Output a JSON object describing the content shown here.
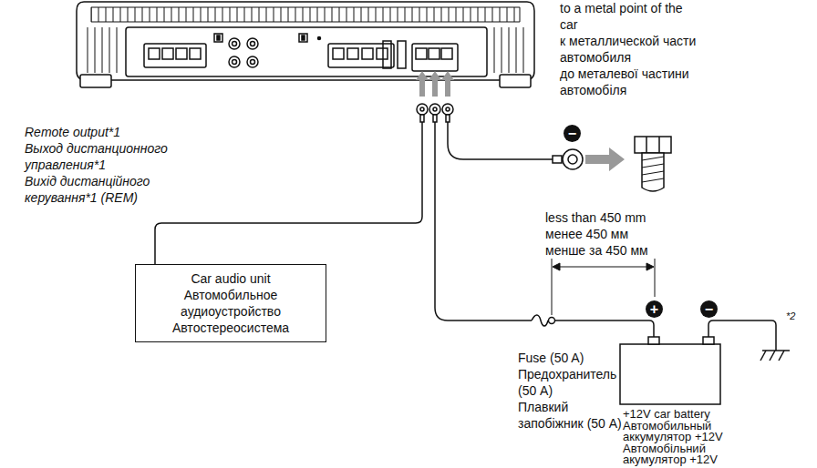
{
  "diagram": {
    "nodes": [
      {
        "text": [
          "Car audio unit",
          "Автомобильное аудиоустройство",
          "Автостереосистема"
        ]
      }
    ],
    "labels": [
      "to a metal point of the car",
      "к металлической части автомобиля",
      "до металевої частини автомобіля",
      "−",
      "Remote output*1",
      "Выход дистанционного управления*1",
      "Вихід дистанційного керування*1 (REM)",
      "less than 450 mm",
      "менее 450 мм",
      "менше за 450 мм",
      "+",
      "−",
      "*2",
      "Fuse (50 A)",
      "Предохранитель (50 A)",
      "Плавкий запобіжник (50 A)",
      "+12V car battery",
      "Автомобильный аккумулятор +12V",
      "Автомобільний акумулятор +12V"
    ]
  }
}
